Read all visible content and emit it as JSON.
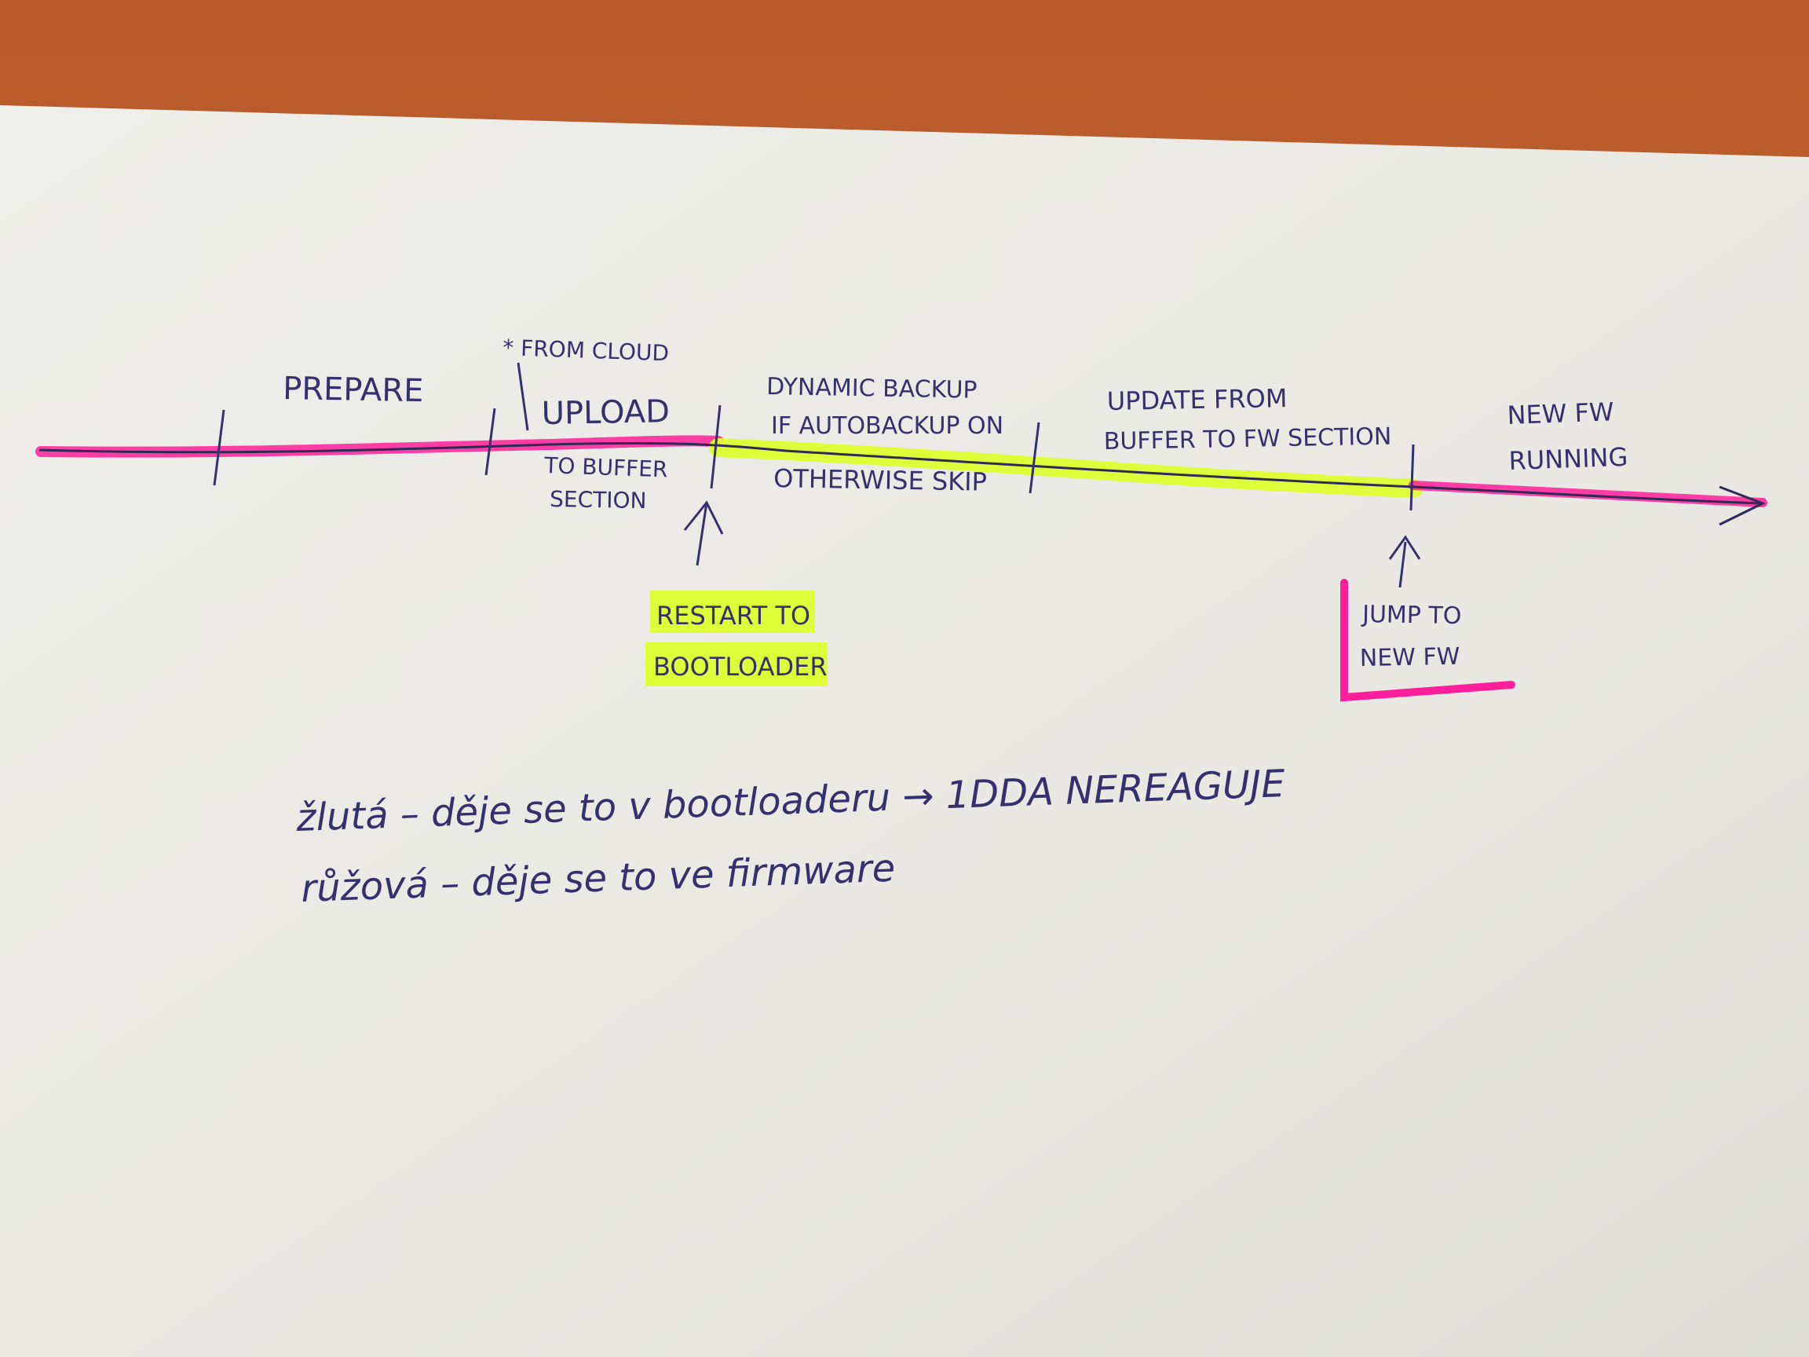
{
  "timeline": {
    "segments": [
      {
        "id": "prepare",
        "lines": [
          "PREPARE"
        ],
        "highlight": "pink"
      },
      {
        "id": "upload",
        "note": "* FROM CLOUD",
        "lines": [
          "UPLOAD"
        ],
        "sublines": [
          "TO BUFFER",
          "SECTION"
        ],
        "highlight": "pink"
      },
      {
        "id": "backup",
        "lines": [
          "DYNAMIC BACKUP",
          "IF AUTOBACKUP ON"
        ],
        "sublines": [
          "OTHERWISE SKIP"
        ],
        "highlight": "yellow"
      },
      {
        "id": "update",
        "lines": [
          "UPDATE  FROM",
          "BUFFER TO FW SECTION"
        ],
        "highlight": "yellow"
      },
      {
        "id": "running",
        "lines": [
          "NEW FW",
          "RUNNING"
        ],
        "highlight": "pink"
      }
    ],
    "events": [
      {
        "id": "restart",
        "lines": [
          "RESTART TO",
          "BOOTLOADER"
        ],
        "highlight": "yellow"
      },
      {
        "id": "jump",
        "lines": [
          "JUMP TO",
          "NEW FW"
        ],
        "highlight": "pink"
      }
    ]
  },
  "legend": {
    "line1": "žlutá – děje se to v bootloaderu → 1DDA  NEREAGUJE",
    "line2": "růžová – děje se to ve firmware"
  },
  "colors": {
    "ink": "#35306e",
    "pink": "#ff1f9a",
    "yellow": "#dcff2e",
    "paper": "#ecebe6",
    "table": "#c9652f"
  }
}
